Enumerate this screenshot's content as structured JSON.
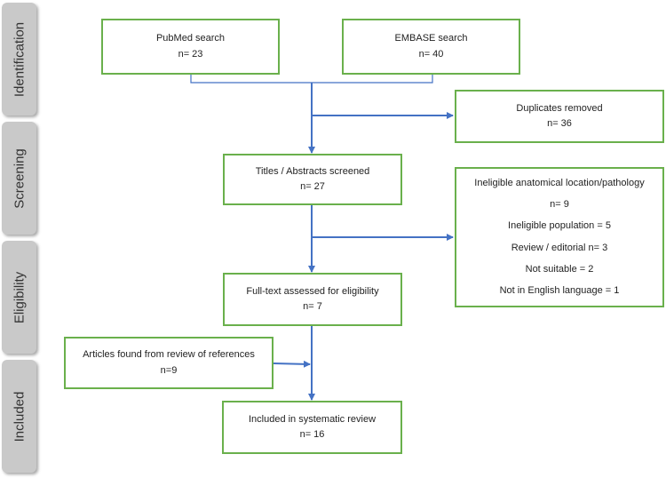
{
  "phases": {
    "identification": "Identification",
    "screening": "Screening",
    "eligibility": "Eligibility",
    "included": "Included"
  },
  "boxes": {
    "pubmed": {
      "title": "PubMed search",
      "count": "n= 23"
    },
    "embase": {
      "title": "EMBASE search",
      "count": "n= 40"
    },
    "duplicates": {
      "title": "Duplicates removed",
      "count": "n= 36"
    },
    "screened": {
      "title": "Titles / Abstracts screened",
      "count": "n= 27"
    },
    "excluded": {
      "lines": [
        "Ineligible anatomical location/pathology",
        "n= 9",
        "Ineligible population = 5",
        "Review / editorial n= 3",
        "Not suitable = 2",
        "Not in English language = 1"
      ]
    },
    "fulltext": {
      "title": "Full-text assessed for eligibility",
      "count": "n= 7"
    },
    "references": {
      "title": "Articles found from review of references",
      "count": "n=9"
    },
    "included": {
      "title": "Included in systematic review",
      "count": "n= 16"
    }
  },
  "colors": {
    "box_border": "#6ab04c",
    "arrow": "#4472c4",
    "phase_fill": "#c9c9c9"
  }
}
